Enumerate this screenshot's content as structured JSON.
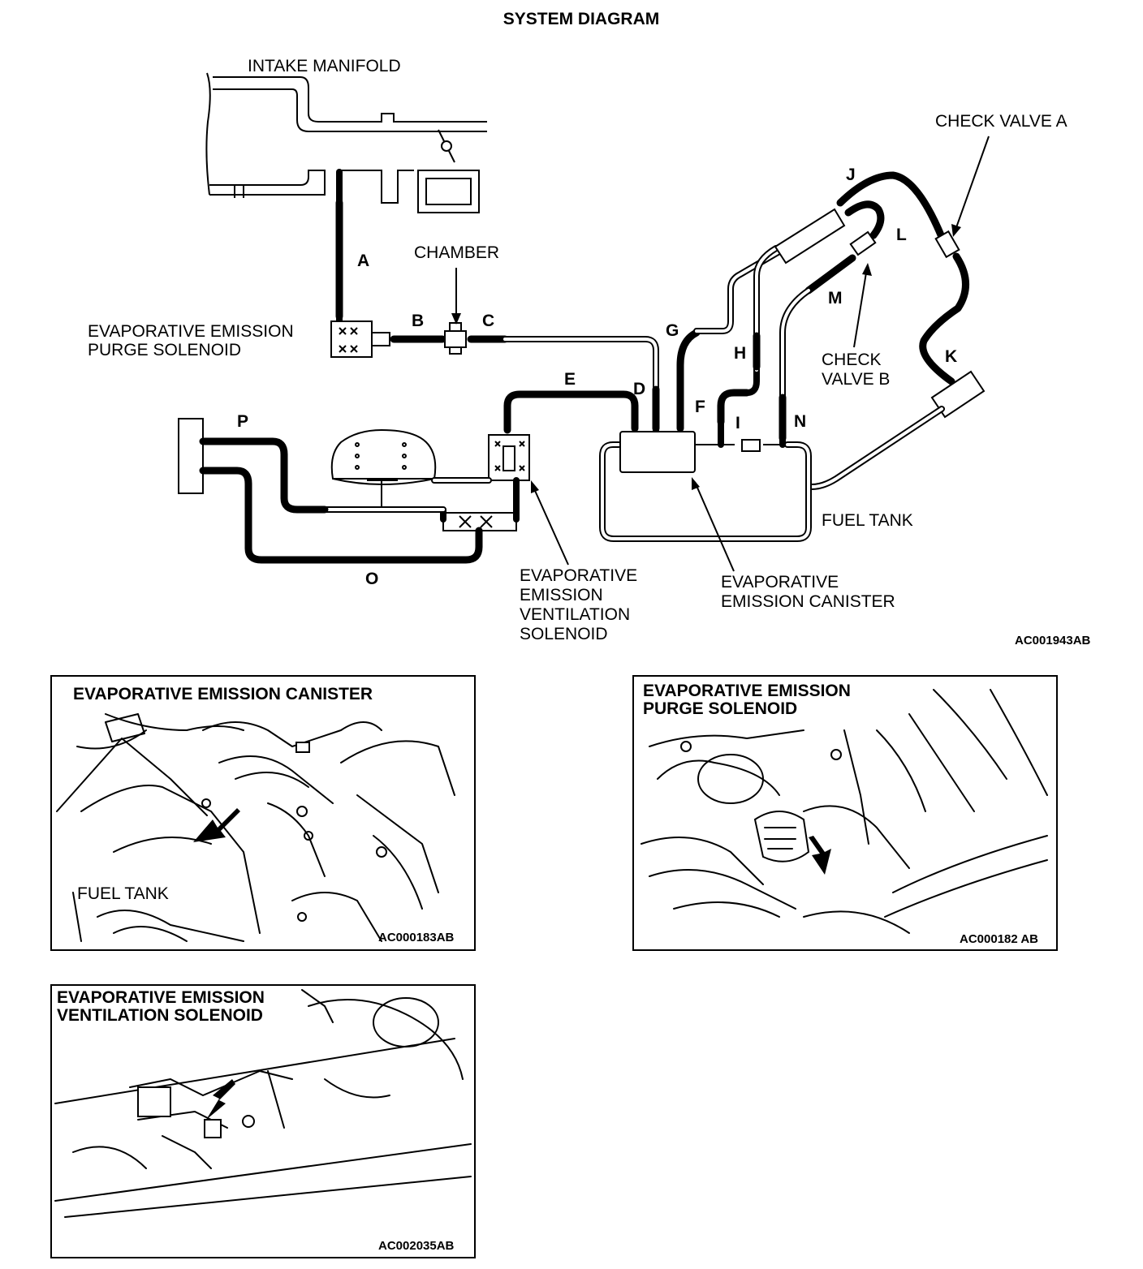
{
  "title": "SYSTEM DIAGRAM",
  "components": {
    "intake_manifold": "INTAKE MANIFOLD",
    "chamber": "CHAMBER",
    "purge_solenoid": [
      "EVAPORATIVE EMISSION",
      "PURGE SOLENOID"
    ],
    "check_valve_a": "CHECK VALVE A",
    "check_valve_b": [
      "CHECK",
      "VALVE B"
    ],
    "fuel_tank": "FUEL TANK",
    "ventilation_solenoid": [
      "EVAPORATIVE",
      "EMISSION",
      "VENTILATION",
      "SOLENOID"
    ],
    "canister": [
      "EVAPORATIVE",
      "EMISSION CANISTER"
    ]
  },
  "hoses": [
    "A",
    "B",
    "C",
    "D",
    "E",
    "F",
    "G",
    "H",
    "I",
    "J",
    "K",
    "L",
    "M",
    "N",
    "O",
    "P"
  ],
  "diagram_code": "AC001943AB",
  "photos": [
    {
      "title": [
        "EVAPORATIVE EMISSION CANISTER"
      ],
      "label": "FUEL TANK",
      "code": "AC000183AB"
    },
    {
      "title": [
        "EVAPORATIVE EMISSION",
        "PURGE SOLENOID"
      ],
      "code": "AC000182 AB"
    },
    {
      "title": [
        "EVAPORATIVE EMISSION",
        "VENTILATION SOLENOID"
      ],
      "code": "AC002035AB"
    }
  ]
}
